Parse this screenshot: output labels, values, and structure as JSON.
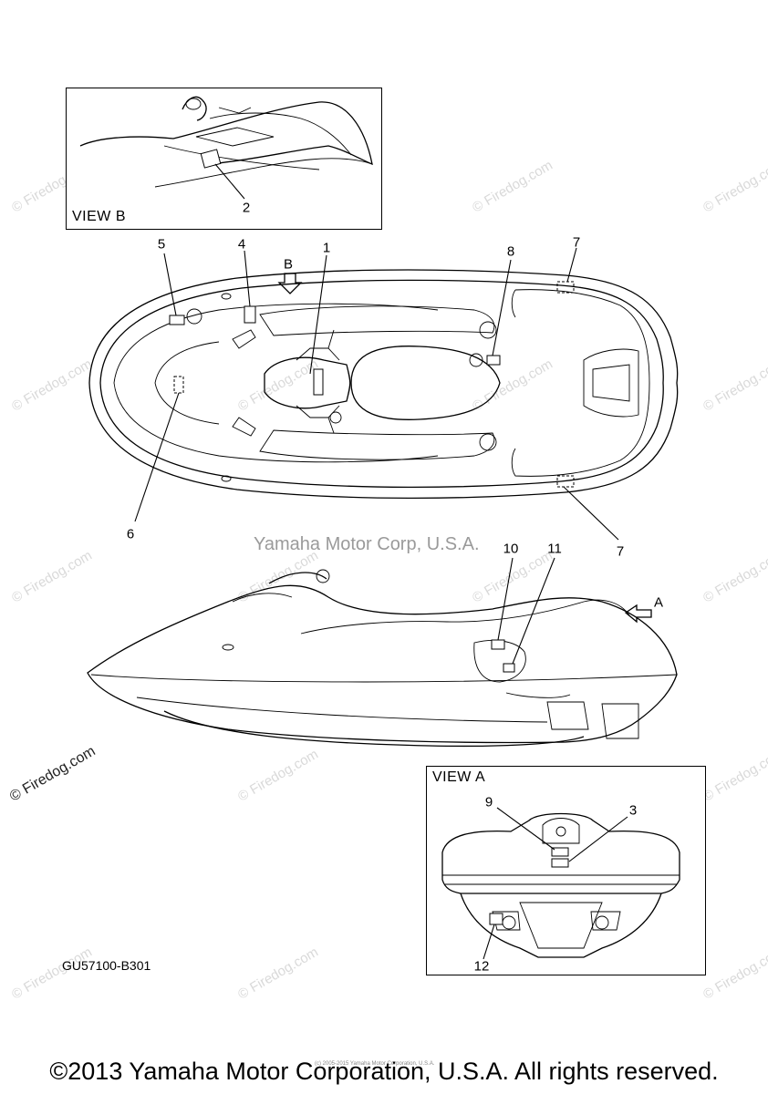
{
  "views": {
    "view_b_title": "VIEW B",
    "view_a_title": "VIEW A",
    "view_b_arrow": "B",
    "view_a_arrow": "A"
  },
  "callouts": {
    "c1": "1",
    "c2": "2",
    "c3": "3",
    "c4": "4",
    "c5": "5",
    "c6": "6",
    "c7a": "7",
    "c7b": "7",
    "c8": "8",
    "c9": "9",
    "c10": "10",
    "c11": "11",
    "c12": "12"
  },
  "diagram_code": "GU57100-B301",
  "center_watermark": "Yamaha Motor Corp, U.S.A.",
  "watermark_text": "© Firedog.com",
  "tiny_copyright": "(c) 2005-2015 Yamaha Motor Corporation, U.S.A.",
  "footer_copyright": "©2013 Yamaha Motor Corporation, U.S.A. All rights reserved."
}
